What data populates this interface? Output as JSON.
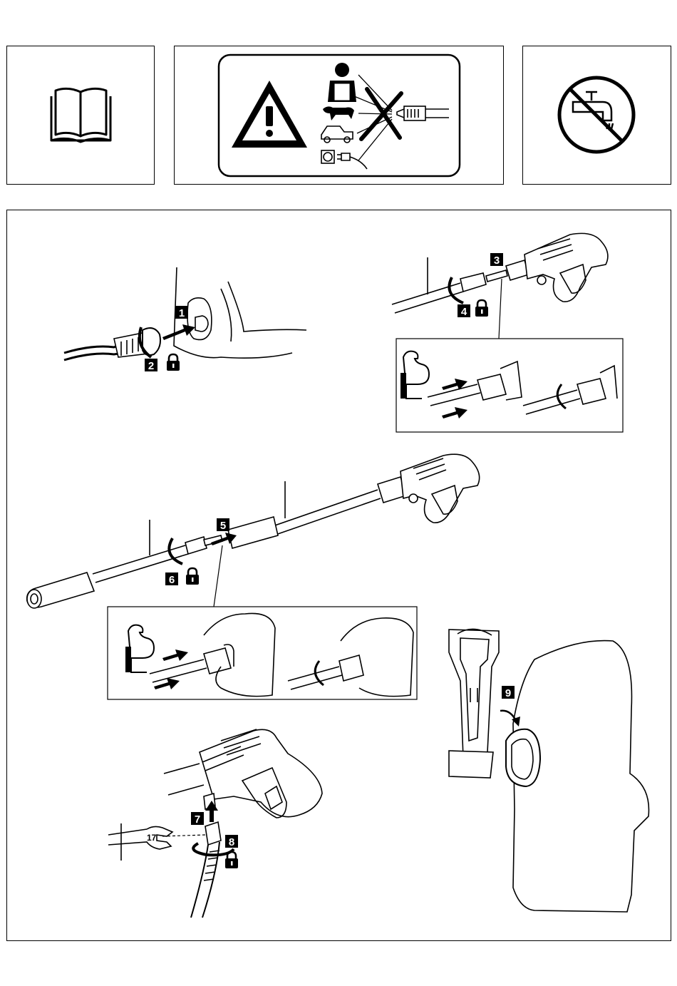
{
  "steps": [
    {
      "number": "1"
    },
    {
      "number": "2",
      "lock": true
    },
    {
      "number": "3"
    },
    {
      "number": "4",
      "lock": true
    },
    {
      "number": "5"
    },
    {
      "number": "6",
      "lock": true
    },
    {
      "number": "7"
    },
    {
      "number": "8",
      "lock": true
    },
    {
      "number": "9"
    }
  ],
  "wrench": {
    "size_mark": "17"
  },
  "icons": {
    "manual": "open-book-icon",
    "warning": "warning-triangle-icon",
    "no_tap": "no-drinking-water-icon",
    "lock": "padlock-icon",
    "strength": "flexed-arm-icon"
  },
  "colors": {
    "line": "#000000",
    "background": "#ffffff"
  }
}
